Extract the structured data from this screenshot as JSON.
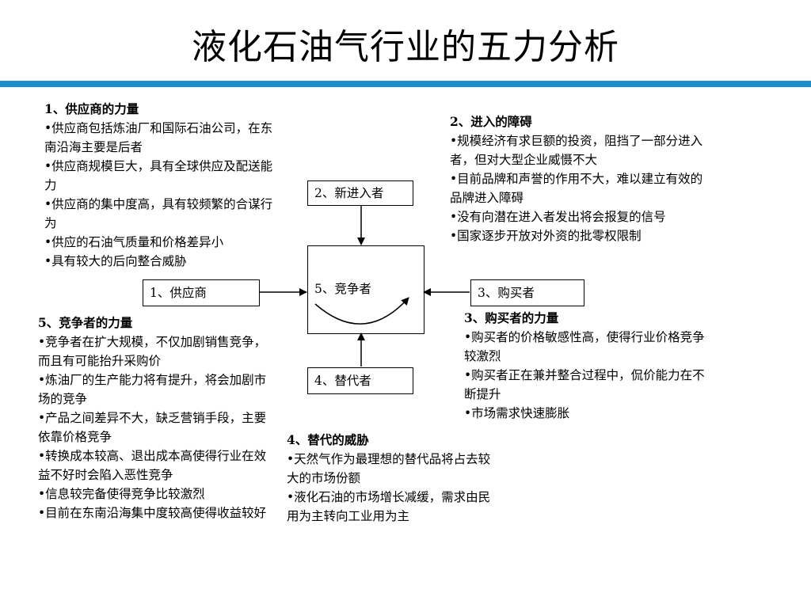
{
  "title": "液化石油气行业的五力分析",
  "diagram": {
    "nodes": {
      "new_entrants": "2、新进入者",
      "suppliers": "1、供应商",
      "competitors": "5、竞争者",
      "buyers": "3、购买者",
      "substitutes": "4、替代者"
    }
  },
  "sections": {
    "suppliers": {
      "heading": "1、供应商的力量",
      "items": [
        "•供应商包括炼油厂和国际石油公司，在东南沿海主要是后者",
        "•供应商规模巨大，具有全球供应及配送能力",
        "•供应商的集中度高，具有较频繁的合谋行为",
        "•供应的石油气质量和价格差异小",
        "•具有较大的后向整合威胁"
      ]
    },
    "entry_barriers": {
      "heading": "2、进入的障碍",
      "items": [
        "•规模经济有求巨额的投资，阻挡了一部分进入者，但对大型企业威慑不大",
        "•目前品牌和声誉的作用不大，难以建立有效的品牌进入障碍",
        "•没有向潜在进入者发出将会报复的信号",
        "•国家逐步开放对外资的批零权限制"
      ]
    },
    "buyers": {
      "heading": "3、购买者的力量",
      "items": [
        "•购买者的价格敏感性高，使得行业价格竞争较激烈",
        "•购买者正在兼并整合过程中，侃价能力在不断提升",
        "•市场需求快速膨胀"
      ]
    },
    "substitutes": {
      "heading": "4、替代的威胁",
      "items": [
        "•天然气作为最理想的替代品将占去较大的市场份额",
        "•液化石油的市场增长减缓，需求由民用为主转向工业用为主"
      ]
    },
    "competitors": {
      "heading": "5、竞争者的力量",
      "items": [
        "•竞争者在扩大规模，不仅加剧销售竞争，而且有可能抬升采购价",
        "•炼油厂的生产能力将有提升，将会加剧市场的竞争",
        "•产品之间差异不大，缺乏营销手段，主要依靠价格竞争",
        "•转换成本较高、退出成本高使得行业在效益不好时会陷入恶性竞争",
        "•信息较完备使得竞争比较激烈",
        "•目前在东南沿海集中度较高使得收益较好"
      ]
    }
  }
}
